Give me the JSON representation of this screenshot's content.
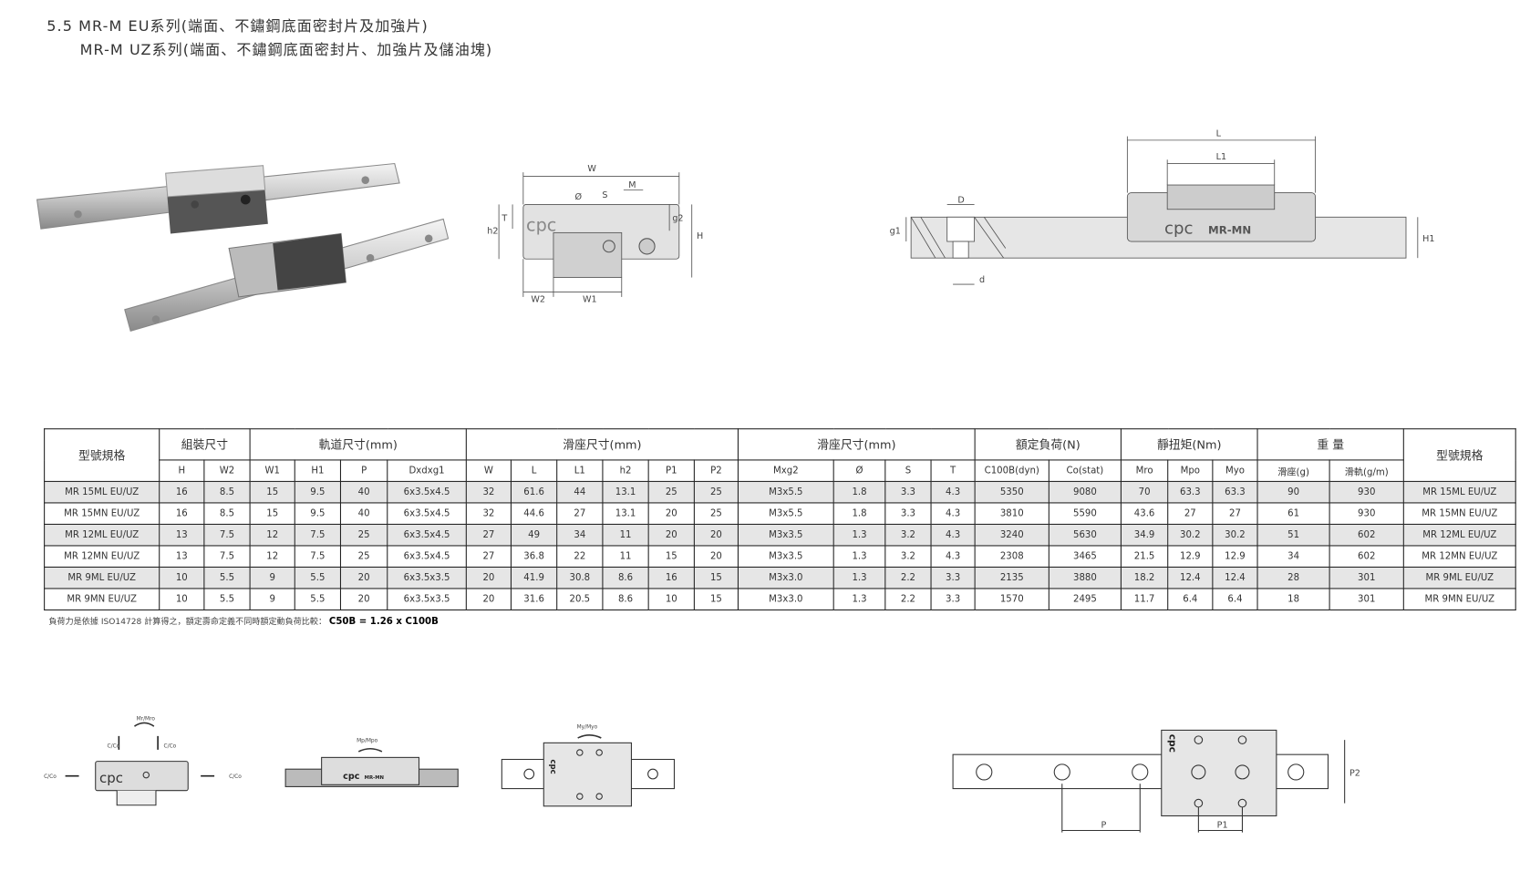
{
  "header": {
    "title_line1": "5.5 MR-M EU系列(端面、不鏽鋼底面密封片及加強片)",
    "title_line2": "MR-M UZ系列(端面、不鏽鋼底面密封片、加強片及儲油塊)"
  },
  "cross_section": {
    "labels": {
      "W": "W",
      "phi": "Ø",
      "S": "S",
      "M": "M",
      "T": "T",
      "h2": "h2",
      "g2": "g2",
      "H": "H",
      "W2": "W2",
      "W1": "W1",
      "logo": "cpc"
    }
  },
  "side_view": {
    "labels": {
      "L": "L",
      "L1": "L1",
      "D": "D",
      "d": "d",
      "g1": "g1",
      "H1": "H1",
      "logo": "cpc",
      "model": "MR-MN"
    }
  },
  "load_diagrams": {
    "front": {
      "top_moment": "Mr/Mro",
      "c1": "C/Co",
      "c2": "C/Co",
      "c_left": "C/Co",
      "c_right": "C/Co",
      "logo": "cpc"
    },
    "side": {
      "moment": "Mp/Mpo",
      "logo": "cpc",
      "model": "MR-MN"
    },
    "top": {
      "moment": "My/Myo",
      "logo": "cpc"
    }
  },
  "top_view": {
    "labels": {
      "P": "P",
      "P1": "P1",
      "P2": "P2",
      "logo": "cpc"
    }
  },
  "table": {
    "groups": {
      "model": "型號規格",
      "assembly": "組裝尺寸",
      "rail": "軌道尺寸(mm)",
      "block": "滑座尺寸(mm)",
      "block2": "滑座尺寸(mm)",
      "load": "額定負荷(N)",
      "moment": "靜扭矩(Nm)",
      "weight": "重 量",
      "model_right": "型號規格"
    },
    "columns": [
      "H",
      "W2",
      "W1",
      "H1",
      "P",
      "Dxdxg1",
      "W",
      "L",
      "L1",
      "h2",
      "P1",
      "P2",
      "Mxg2",
      "Ø",
      "S",
      "T",
      "C100B(dyn)",
      "Co(stat)",
      "Mro",
      "Mpo",
      "Myo",
      "滑座(g)",
      "滑軌(g/m)"
    ],
    "rows": [
      [
        "MR 15ML EU/UZ",
        "16",
        "8.5",
        "15",
        "9.5",
        "40",
        "6x3.5x4.5",
        "32",
        "61.6",
        "44",
        "13.1",
        "25",
        "25",
        "M3x5.5",
        "1.8",
        "3.3",
        "4.3",
        "5350",
        "9080",
        "70",
        "63.3",
        "63.3",
        "90",
        "930",
        "MR 15ML EU/UZ"
      ],
      [
        "MR 15MN EU/UZ",
        "16",
        "8.5",
        "15",
        "9.5",
        "40",
        "6x3.5x4.5",
        "32",
        "44.6",
        "27",
        "13.1",
        "20",
        "25",
        "M3x5.5",
        "1.8",
        "3.3",
        "4.3",
        "3810",
        "5590",
        "43.6",
        "27",
        "27",
        "61",
        "930",
        "MR 15MN EU/UZ"
      ],
      [
        "MR 12ML EU/UZ",
        "13",
        "7.5",
        "12",
        "7.5",
        "25",
        "6x3.5x4.5",
        "27",
        "49",
        "34",
        "11",
        "20",
        "20",
        "M3x3.5",
        "1.3",
        "3.2",
        "4.3",
        "3240",
        "5630",
        "34.9",
        "30.2",
        "30.2",
        "51",
        "602",
        "MR 12ML EU/UZ"
      ],
      [
        "MR 12MN EU/UZ",
        "13",
        "7.5",
        "12",
        "7.5",
        "25",
        "6x3.5x4.5",
        "27",
        "36.8",
        "22",
        "11",
        "15",
        "20",
        "M3x3.5",
        "1.3",
        "3.2",
        "4.3",
        "2308",
        "3465",
        "21.5",
        "12.9",
        "12.9",
        "34",
        "602",
        "MR 12MN EU/UZ"
      ],
      [
        "MR 9ML EU/UZ",
        "10",
        "5.5",
        "9",
        "5.5",
        "20",
        "6x3.5x3.5",
        "20",
        "41.9",
        "30.8",
        "8.6",
        "16",
        "15",
        "M3x3.0",
        "1.3",
        "2.2",
        "3.3",
        "2135",
        "3880",
        "18.2",
        "12.4",
        "12.4",
        "28",
        "301",
        "MR 9ML EU/UZ"
      ],
      [
        "MR 9MN EU/UZ",
        "10",
        "5.5",
        "9",
        "5.5",
        "20",
        "6x3.5x3.5",
        "20",
        "31.6",
        "20.5",
        "8.6",
        "10",
        "15",
        "M3x3.0",
        "1.3",
        "2.2",
        "3.3",
        "1570",
        "2495",
        "11.7",
        "6.4",
        "6.4",
        "18",
        "301",
        "MR 9MN EU/UZ"
      ]
    ]
  },
  "footnote": {
    "text": "負荷力是依據 ISO14728 計算得之，額定壽命定義不同時額定動負荷比較：",
    "formula": "C50B = 1.26 x C100B"
  }
}
